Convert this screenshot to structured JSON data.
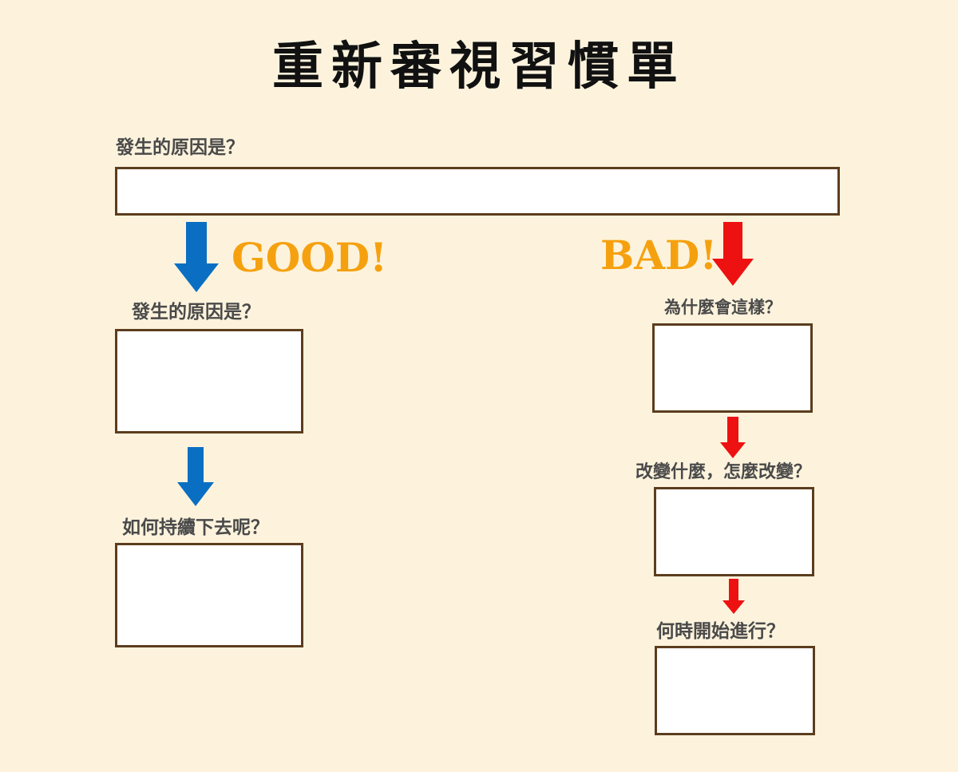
{
  "title": "重新審視習慣單",
  "top_prompt": "發生的原因是？",
  "good": {
    "word": "GOOD!",
    "color": "#f5a10f",
    "arrow_color": "#0a6fc2",
    "prompt_1": "發生的原因是？",
    "prompt_2": "如何持續下去呢？"
  },
  "bad": {
    "word": "BAD!",
    "color": "#f5a10f",
    "arrow_color": "#ee1111",
    "prompt_1": "為什麼會這樣？",
    "prompt_2": "改變什麼，怎麼改變？",
    "prompt_3": "何時開始進行？"
  },
  "colors": {
    "background": "#fdf3dd",
    "box_border": "#5c3d1e",
    "label_text": "#4a4a4a"
  }
}
